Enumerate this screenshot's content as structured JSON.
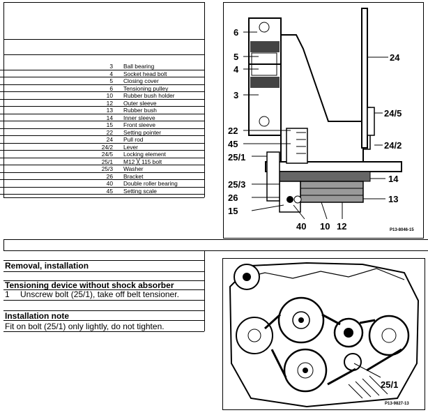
{
  "legend": [
    {
      "num": "3",
      "label": "Ball bearing"
    },
    {
      "num": "4",
      "label": "Socket head bolt"
    },
    {
      "num": "5",
      "label": "Closing cover"
    },
    {
      "num": "6",
      "label": "Tensioning pulley"
    },
    {
      "num": "10",
      "label": "Rubber bush holder"
    },
    {
      "num": "12",
      "label": "Outer sleeve"
    },
    {
      "num": "13",
      "label": "Rubber bush"
    },
    {
      "num": "14",
      "label": "Inner sleeve"
    },
    {
      "num": "15",
      "label": "Front sleeve"
    },
    {
      "num": "22",
      "label": "Setting pointer"
    },
    {
      "num": "24",
      "label": "Pull rod"
    },
    {
      "num": "24/2",
      "label": "Lever"
    },
    {
      "num": "24/5",
      "label": "Locking element"
    },
    {
      "num": "25/1",
      "label": "M12 ╳ 115 bolt"
    },
    {
      "num": "25/3",
      "label": "Washer"
    },
    {
      "num": "26",
      "label": "Bracket"
    },
    {
      "num": "40",
      "label": "Double roller bearing"
    },
    {
      "num": "45",
      "label": "Setting scale"
    }
  ],
  "section": {
    "heading": "Removal, installation",
    "subheading": "Tensioning device without shock absorber",
    "step_number": "1",
    "step_text": "Unscrew bolt (25/1), take off belt tensioner.",
    "note_heading": "Installation note",
    "note_text": "Fit on bolt (25/1) only lightly, do not tighten."
  },
  "figure1": {
    "code": "P13-8046-15",
    "callouts": {
      "c6": "6",
      "c5": "5",
      "c4": "4",
      "c3": "3",
      "c24": "24",
      "c24_5": "24/5",
      "c24_2": "24/2",
      "c22": "22",
      "c45": "45",
      "c25_1": "25/1",
      "c14": "14",
      "c25_3": "25/3",
      "c26": "26",
      "c13": "13",
      "c15": "15",
      "c40": "40",
      "c10": "10",
      "c12": "12"
    }
  },
  "figure2": {
    "code": "P13-9827-13",
    "callouts": {
      "c25_1": "25/1"
    }
  }
}
